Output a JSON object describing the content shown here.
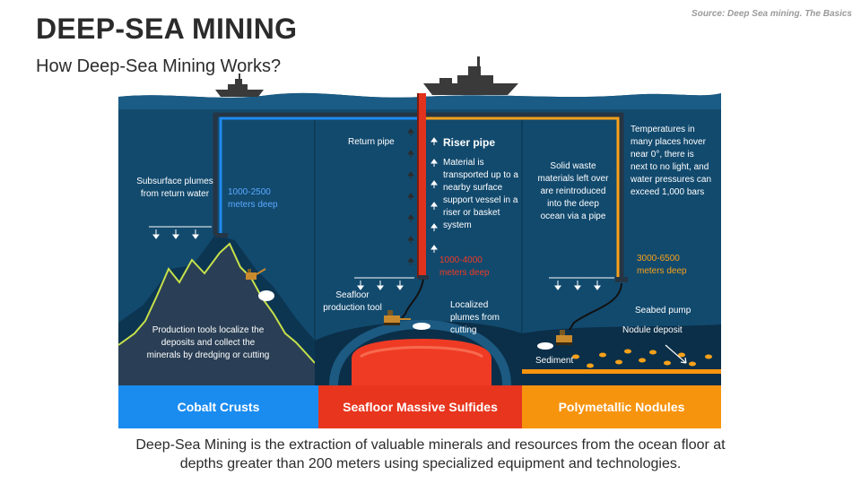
{
  "header": {
    "title": "DEEP-SEA MINING",
    "subtitle": "How Deep-Sea Mining Works?",
    "source": "Source: Deep Sea mining. The Basics"
  },
  "labels": {
    "subsurface_plumes": "Subsurface plumes from return water",
    "depth_crusts": "1000-2500 meters deep",
    "production_tools": "Production tools localize the deposits and collect the minerals by dredging or cutting",
    "return_pipe": "Return pipe",
    "riser_pipe": "Riser pipe",
    "riser_desc": "Material is transported up to a nearby surface support vessel in a riser or basket system",
    "depth_sulfides": "1000-4000 meters deep",
    "seafloor_tool": "Seafloor production tool",
    "localized_plumes": "Localized plumes from cutting",
    "solid_waste": "Solid waste materials left over are reintroduced into the deep ocean via a pipe",
    "temperatures": "Temperatures in many places hover near 0°, there is next to no light, and water pressures can exceed 1,000 bars",
    "depth_nodules": "3000-6500 meters deep",
    "seabed_pump": "Seabed pump",
    "nodule_deposit": "Nodule deposit",
    "sediment": "Sediment"
  },
  "bands": {
    "crusts": "Cobalt Crusts",
    "sulfides": "Seafloor Massive Sulfides",
    "nodules": "Polymetallic Nodules"
  },
  "colors": {
    "ocean": "#124a6e",
    "blue_band": "#1a8cf0",
    "red_band": "#e8351d",
    "orange_band": "#f7940e",
    "return_pipe": "#1e8bf0",
    "riser_pipe": "#e0321c",
    "waste_pipe": "#f7a11a"
  },
  "icons": [
    "ship-icon",
    "mining-vehicle-icon",
    "arrow-up-icon",
    "arrow-down-icon"
  ],
  "footer": {
    "text": "Deep-Sea Mining is the extraction of valuable minerals and resources from the ocean floor at depths greater than 200 meters using specialized equipment and technologies."
  }
}
